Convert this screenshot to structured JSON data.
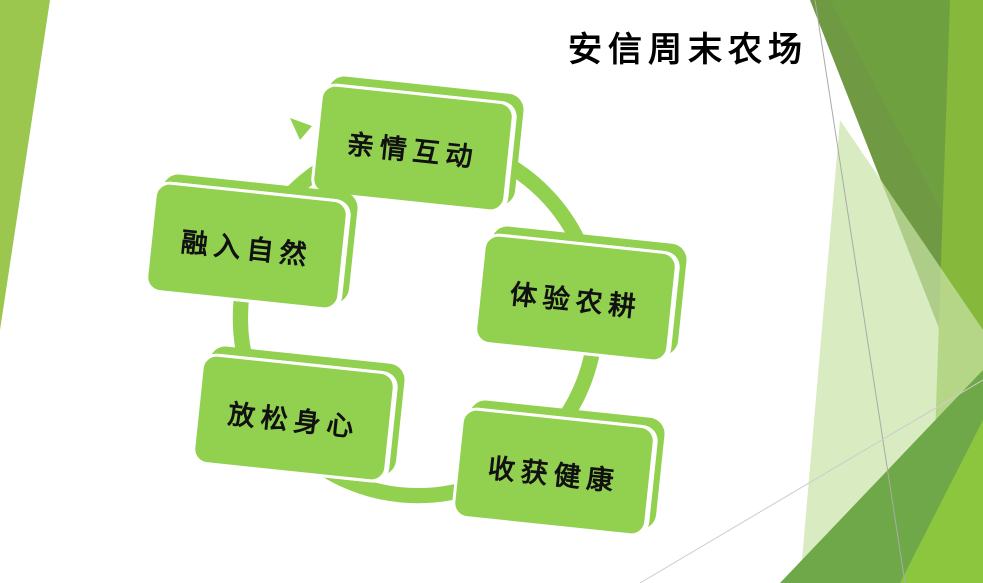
{
  "title": "安信周末农场",
  "nodes": [
    "亲情互动",
    "体验农耕",
    "收获健康",
    "放松身心",
    "融入自然"
  ],
  "colors": {
    "node": "#92d050",
    "accent_dark": "#5f8f2f",
    "accent_light": "#c9e3a5"
  }
}
